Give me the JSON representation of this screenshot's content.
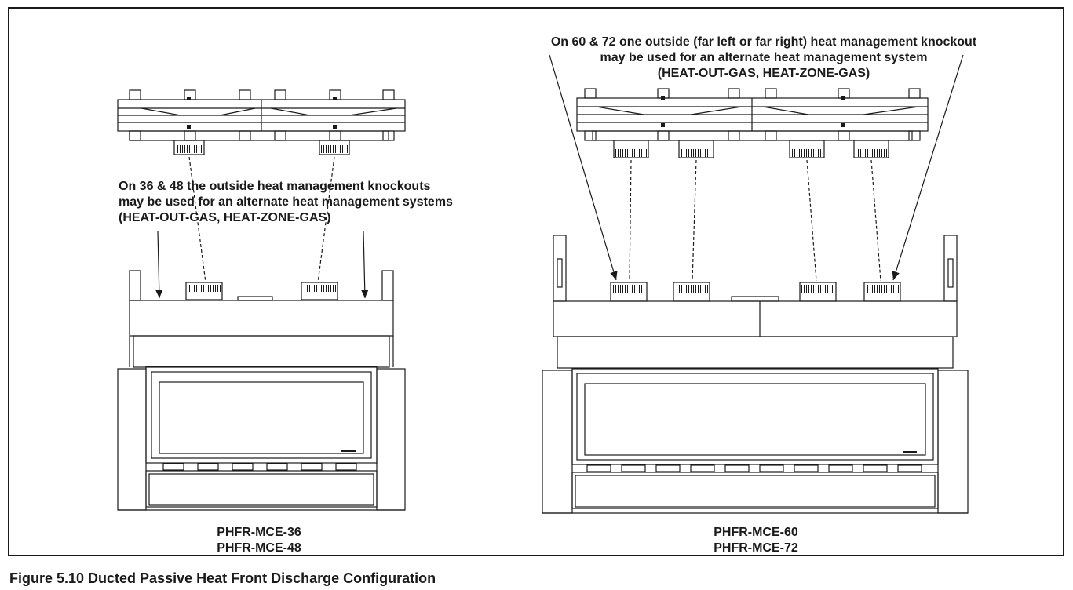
{
  "diagram": {
    "left_note": [
      "On 36 & 48 the outside heat management knockouts",
      "may be used for an alternate heat management systems",
      "(HEAT-OUT-GAS, HEAT-ZONE-GAS)"
    ],
    "right_note": [
      "On 60 & 72 one outside (far left or far right) heat management knockout",
      "may be used for an alternate heat management system",
      "(HEAT-OUT-GAS, HEAT-ZONE-GAS)"
    ],
    "left_models": [
      "PHFR-MCE-36",
      "PHFR-MCE-48"
    ],
    "right_models": [
      "PHFR-MCE-60",
      "PHFR-MCE-72"
    ],
    "caption": "Figure 5.10  Ducted Passive Heat Front Discharge Configuration"
  }
}
